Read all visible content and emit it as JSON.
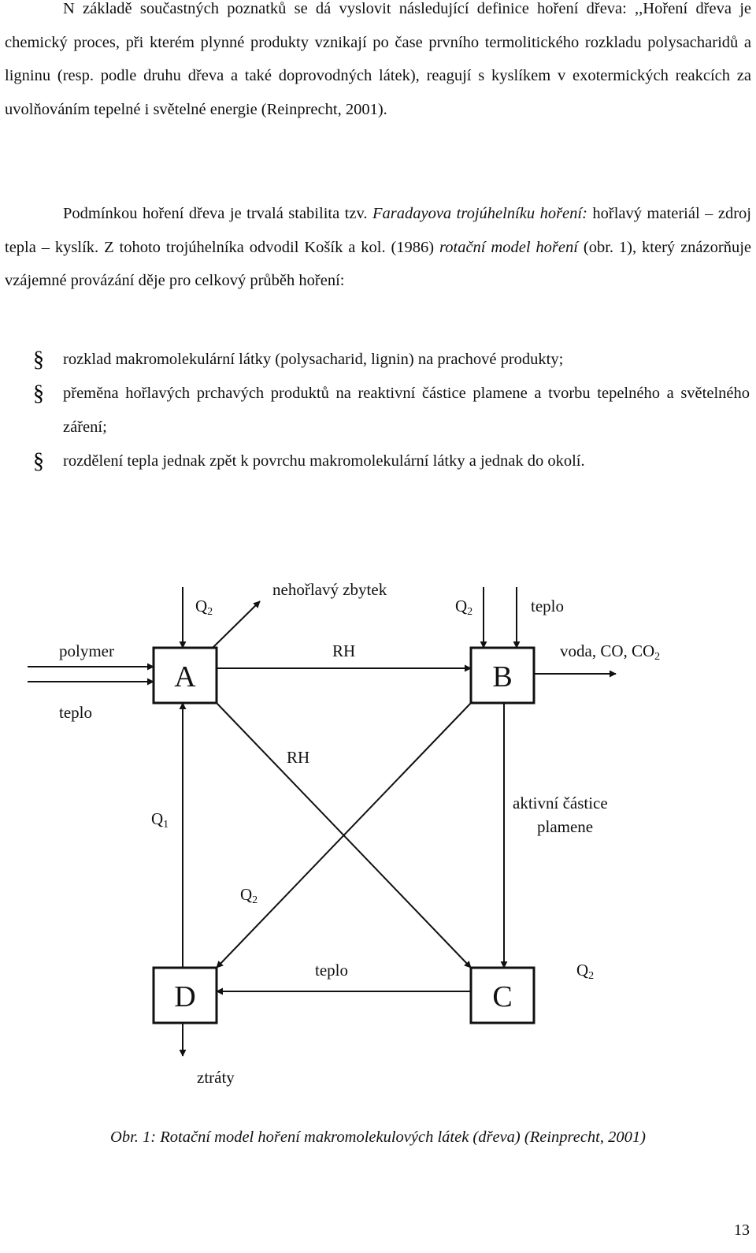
{
  "paragraph1": {
    "text": "N základě součastných poznatků se dá vyslovit následující definice hoření dřeva: ,,Hoření dřeva je chemický proces, při kterém plynné produkty vznikají po čase prvního termolitického rozkladu polysacharidů a ligninu (resp. podle druhu dřeva a také doprovodných látek), reagují s kyslíkem v exotermických reakcích za uvolňováním tepelné i světelné energie (Reinprecht, 2001)."
  },
  "paragraph2": {
    "part1": "Podmínkou hoření dřeva je trvalá stabilita tzv. ",
    "italic1": "Faradayova trojúhelníku hoření:",
    "part2": " hořlavý materiál – zdroj tepla – kyslík. Z tohoto trojúhelníka odvodil Košík a kol. (1986) ",
    "italic2": "rotační model hoření",
    "part3": " (obr. 1), který znázorňuje vzájemné provázání děje pro celkový průběh hoření:"
  },
  "bullets": [
    "rozklad makromolekulární látky (polysacharid, lignin) na prachové produkty;",
    "přeměna hořlavých prchavých produktů na reaktivní částice plamene a tvorbu tepelného a světelného záření;",
    "rozdělení tepla jednak zpět k povrchu makromolekulární látky a jednak do okolí."
  ],
  "diagram": {
    "boxes": {
      "a": "A",
      "b": "B",
      "c": "C",
      "d": "D"
    },
    "labels": {
      "q2_top_left": "Q",
      "q2_top_left_sub": "2",
      "nehorlavy_zbytek": "nehořlavý zbytek",
      "q2_top_right": "Q",
      "q2_top_right_sub": "2",
      "teplo_top": "teplo",
      "polymer": "polymer",
      "teplo_left": "teplo",
      "rh_top": "RH",
      "products": "voda, CO, CO",
      "products_sub": "2",
      "rh_middle": "RH",
      "q1": "Q",
      "q1_sub": "1",
      "aktivni_castice_1": "aktivní částice",
      "aktivni_castice_2": "plamene",
      "q2_middle": "Q",
      "q2_middle_sub": "2",
      "teplo_bottom": "teplo",
      "q2_bottom_right": "Q",
      "q2_bottom_right_sub": "2",
      "ztraty": "ztráty"
    }
  },
  "caption": "Obr. 1: Rotační model hoření makromolekulových látek (dřeva) (Reinprecht, 2001)",
  "page_number": "13"
}
